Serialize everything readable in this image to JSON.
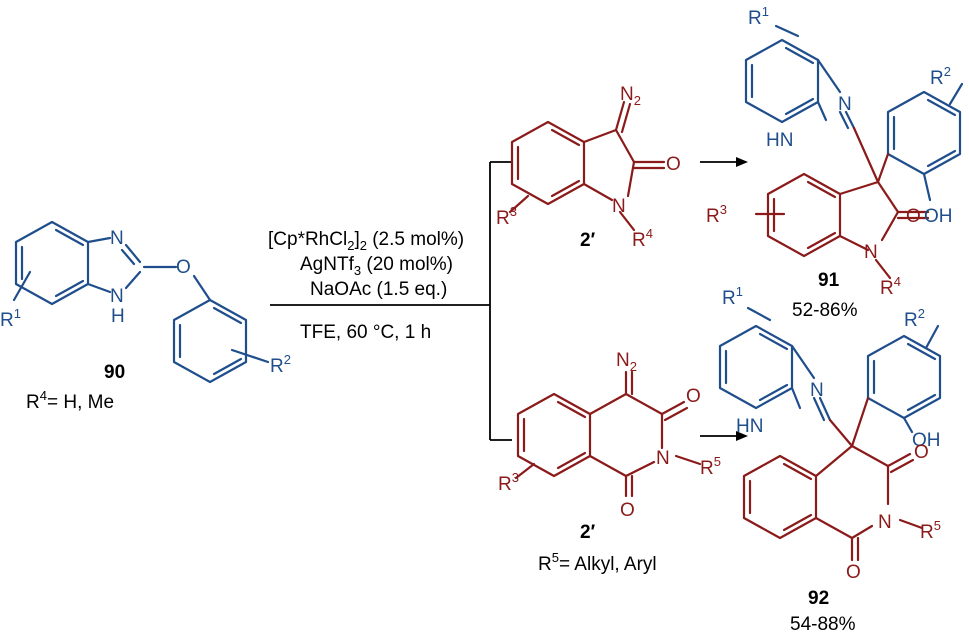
{
  "colors": {
    "blue": "#1f4e8c",
    "red": "#8b1a1a",
    "black": "#000000"
  },
  "start": {
    "N": "N",
    "NH": "N",
    "H": "H",
    "O": "O",
    "R1": "R",
    "R1_sup": "1",
    "R2": "R",
    "R2_sup": "2",
    "compound": "90",
    "note_R": "R",
    "note_sup": "4",
    "note_rest": "= H, Me"
  },
  "conditions": {
    "line1_a": "[Cp*RhCl",
    "line1_sub": "2",
    "line1_b": "]",
    "line1_sub2": "2",
    "line1_c": " (2.5 mol%)",
    "line2_a": "AgNTf",
    "line2_sub": "3",
    "line2_c": " (20 mol%)",
    "line3": "NaOAc (1.5 eq.)",
    "line4": "TFE, 60 °C, 1 h"
  },
  "reagent_top": {
    "N2": "N",
    "N2_sub": "2",
    "O": "O",
    "N": "N",
    "R3": "R",
    "R3_sup": "3",
    "R4": "R",
    "R4_sup": "4",
    "label": "2′"
  },
  "reagent_bottom": {
    "N2": "N",
    "N2_sub": "2",
    "O1": "O",
    "O2": "O",
    "N": "N",
    "R3": "R",
    "R3_sup": "3",
    "R5": "R",
    "R5_sup": "5",
    "label": "2′",
    "note_R": "R",
    "note_sup": "5",
    "note_rest": "= Alkyl, Aryl"
  },
  "product_top": {
    "R1": "R",
    "R1_sup": "1",
    "R2": "R",
    "R2_sup": "2",
    "N": "N",
    "HN": "HN",
    "R3": "R",
    "R3_sup": "3",
    "OH": "OH",
    "O": "O",
    "N2": "N",
    "R4": "R",
    "R4_sup": "4",
    "compound": "91",
    "yield": "52-86%"
  },
  "product_bottom": {
    "R1": "R",
    "R1_sup": "1",
    "R2": "R",
    "R2_sup": "2",
    "N": "N",
    "HN": "HN",
    "OH": "OH",
    "O1": "O",
    "O2": "O",
    "N2": "N",
    "R5": "R",
    "R5_sup": "5",
    "compound": "92",
    "yield": "54-88%"
  }
}
